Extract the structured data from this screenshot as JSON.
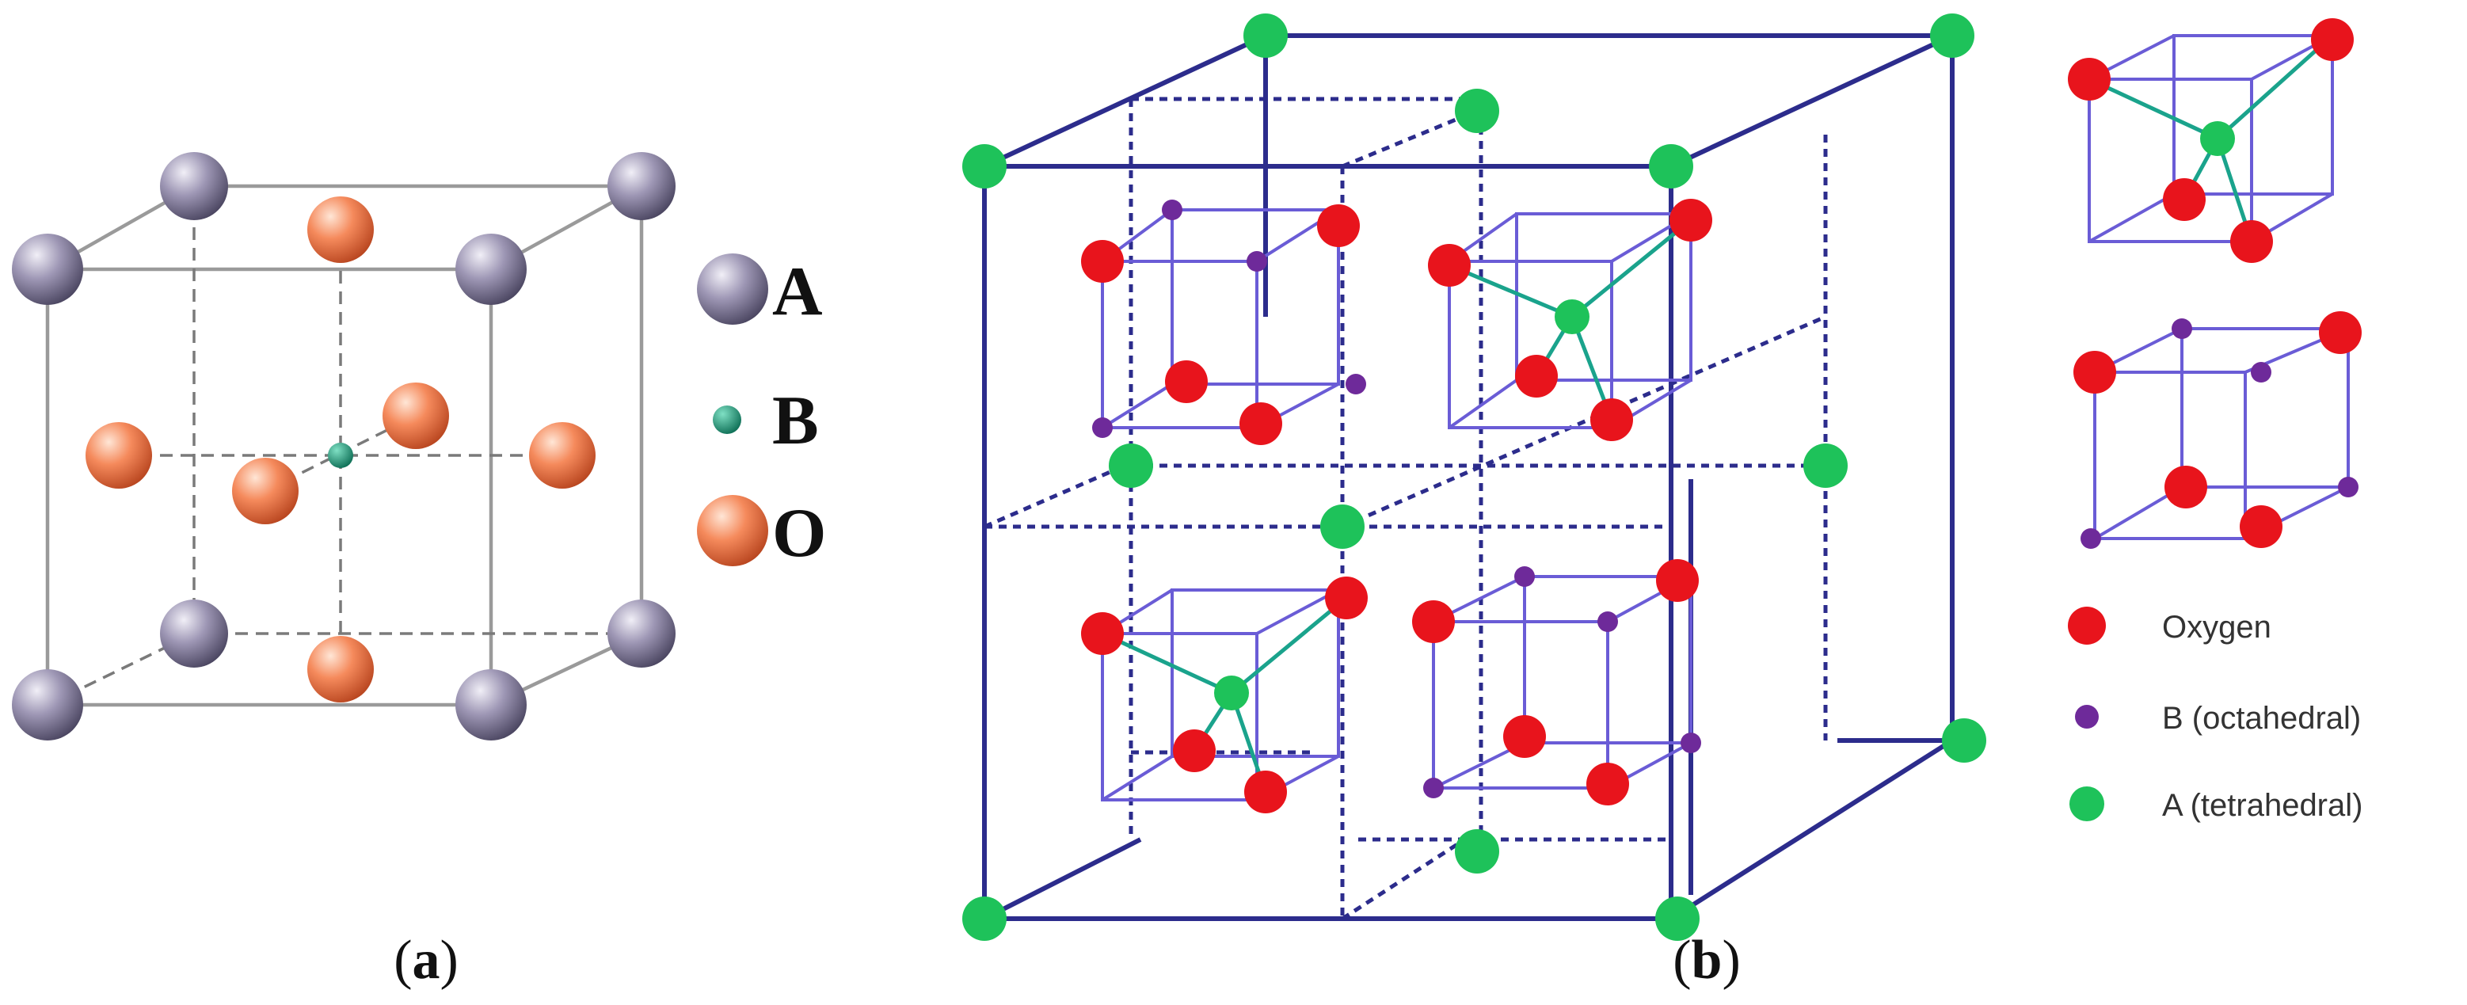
{
  "colors": {
    "A_sphere": "#8e86a6",
    "O_sphere": "#f08a60",
    "B_small": "#15866a",
    "cell_gray": "#9a9a9a",
    "outer_blue": "#2c2c8c",
    "inner_violet": "#6a5cd6",
    "oxygen_red": "#e8141c",
    "octa_purple": "#6e2a9a",
    "tetra_green": "#1ec25a",
    "bond_teal": "#1aa38c"
  },
  "panel_a": {
    "caption_open": "(",
    "caption_letter": "a",
    "caption_close": ")",
    "legend": [
      {
        "symbol": "A",
        "kind": "A"
      },
      {
        "symbol": "B",
        "kind": "B"
      },
      {
        "symbol": "O",
        "kind": "O"
      }
    ]
  },
  "panel_b": {
    "caption_open": "(",
    "caption_letter": "b",
    "caption_close": ")",
    "legend": [
      {
        "label": "Oxygen",
        "kind": "oxygen"
      },
      {
        "label": "B (octahedral)",
        "kind": "octahedral"
      },
      {
        "label": "A (tetrahedral)",
        "kind": "tetrahedral"
      }
    ]
  }
}
